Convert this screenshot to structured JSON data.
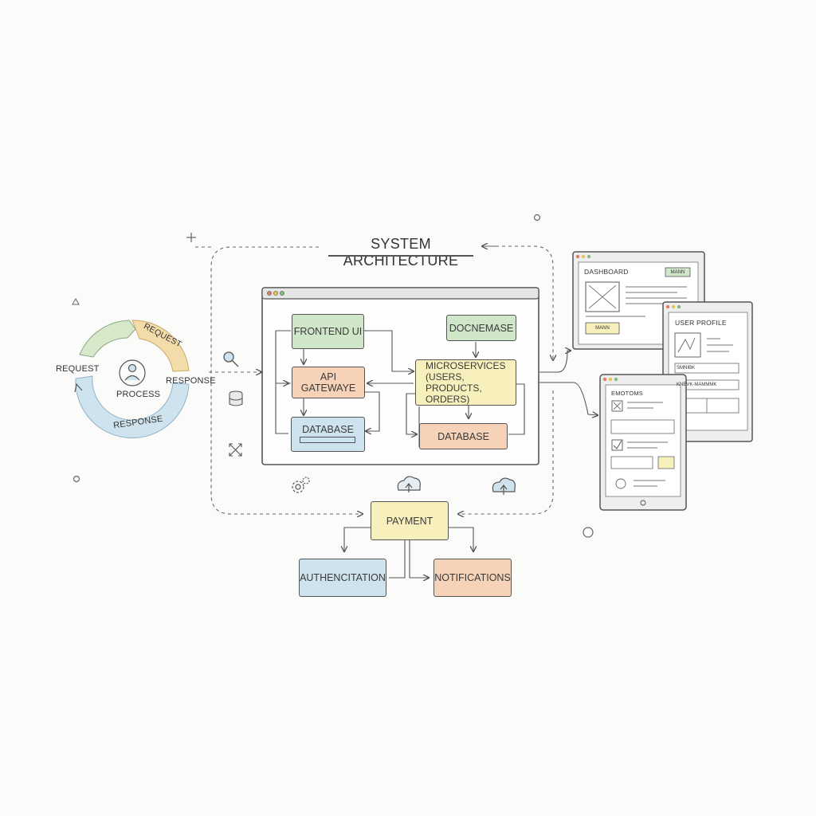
{
  "diagram": {
    "title": "SYSTEM ARCHITECTURE",
    "cycle": {
      "request_left": "REQUEST",
      "request_top": "REQUEST",
      "process": "PROCESS",
      "response_right": "RESPONSE",
      "response_bottom": "RESPONSE"
    },
    "nodes": {
      "frontend": "FRONTEND UI",
      "docbase": "DOCNEMASE",
      "api_gateway": "API GATEWAYE",
      "microservices": "MICROSERVICES (USERS, PRODUCTS, ORDERS)",
      "database_left": "DATABASE",
      "database_right": "DATABASE",
      "payment": "PAYMENT",
      "authentication": "AUTHENCITATION",
      "notifications": "NOTIFICATIONS"
    },
    "mockups": {
      "dashboard": {
        "title": "DASHBOARD",
        "badge": "MANN",
        "button": "MANN"
      },
      "user_profile": {
        "title": "USER PROFILE",
        "field1": "SMNIBK",
        "field2": "KNEVK-MAMMMK"
      },
      "emotions": {
        "title": "EMOTOMS"
      }
    },
    "colors": {
      "green": "#cfe6c8",
      "orange": "#f6d2b8",
      "blue": "#cfe3ee",
      "yellow": "#f7f0bd",
      "line": "#555555",
      "dot_red": "#e07c6a",
      "dot_yellow": "#e8c05a",
      "dot_green": "#7fbf7a"
    },
    "icons": [
      "search-icon",
      "database-icon",
      "expand-icon",
      "gear-icon",
      "cloud-upload-icon",
      "user-icon"
    ]
  }
}
